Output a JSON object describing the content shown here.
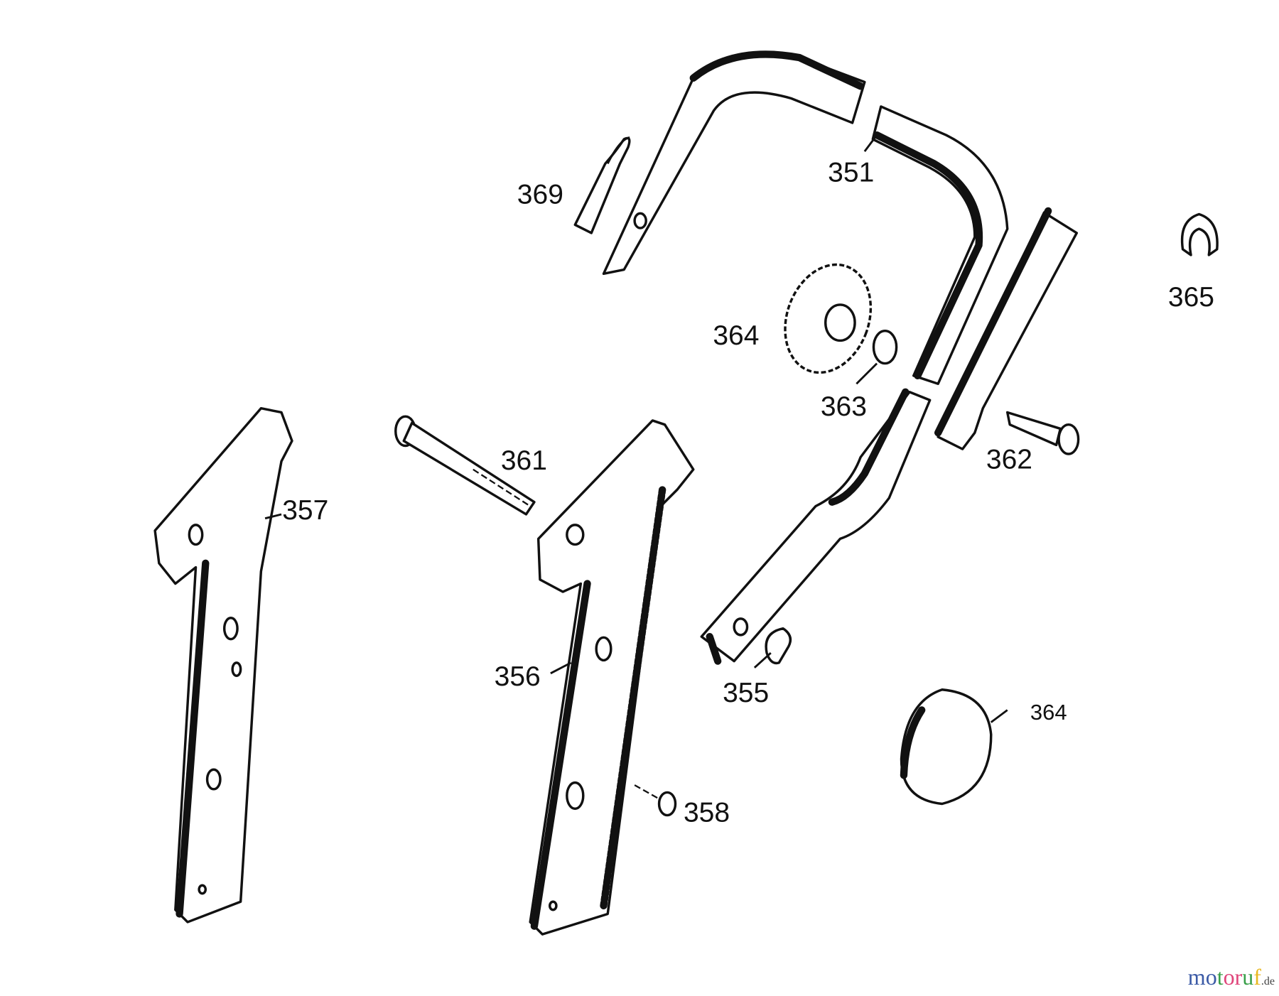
{
  "labels": {
    "p351": "351",
    "p369": "369",
    "p365": "365",
    "p364a": "364",
    "p363": "363",
    "p361": "361",
    "p362": "362",
    "p357": "357",
    "p356": "356",
    "p355": "355",
    "p364b": "364",
    "p358": "358"
  },
  "watermark": {
    "name": "motoruf",
    "tld": ".de"
  },
  "colors": {
    "m": "#3b5aa6",
    "o1": "#3b5aa6",
    "t": "#3aa04a",
    "o2": "#e0457b",
    "r": "#e0457b",
    "u": "#3aa04a",
    "f": "#e8b820"
  }
}
